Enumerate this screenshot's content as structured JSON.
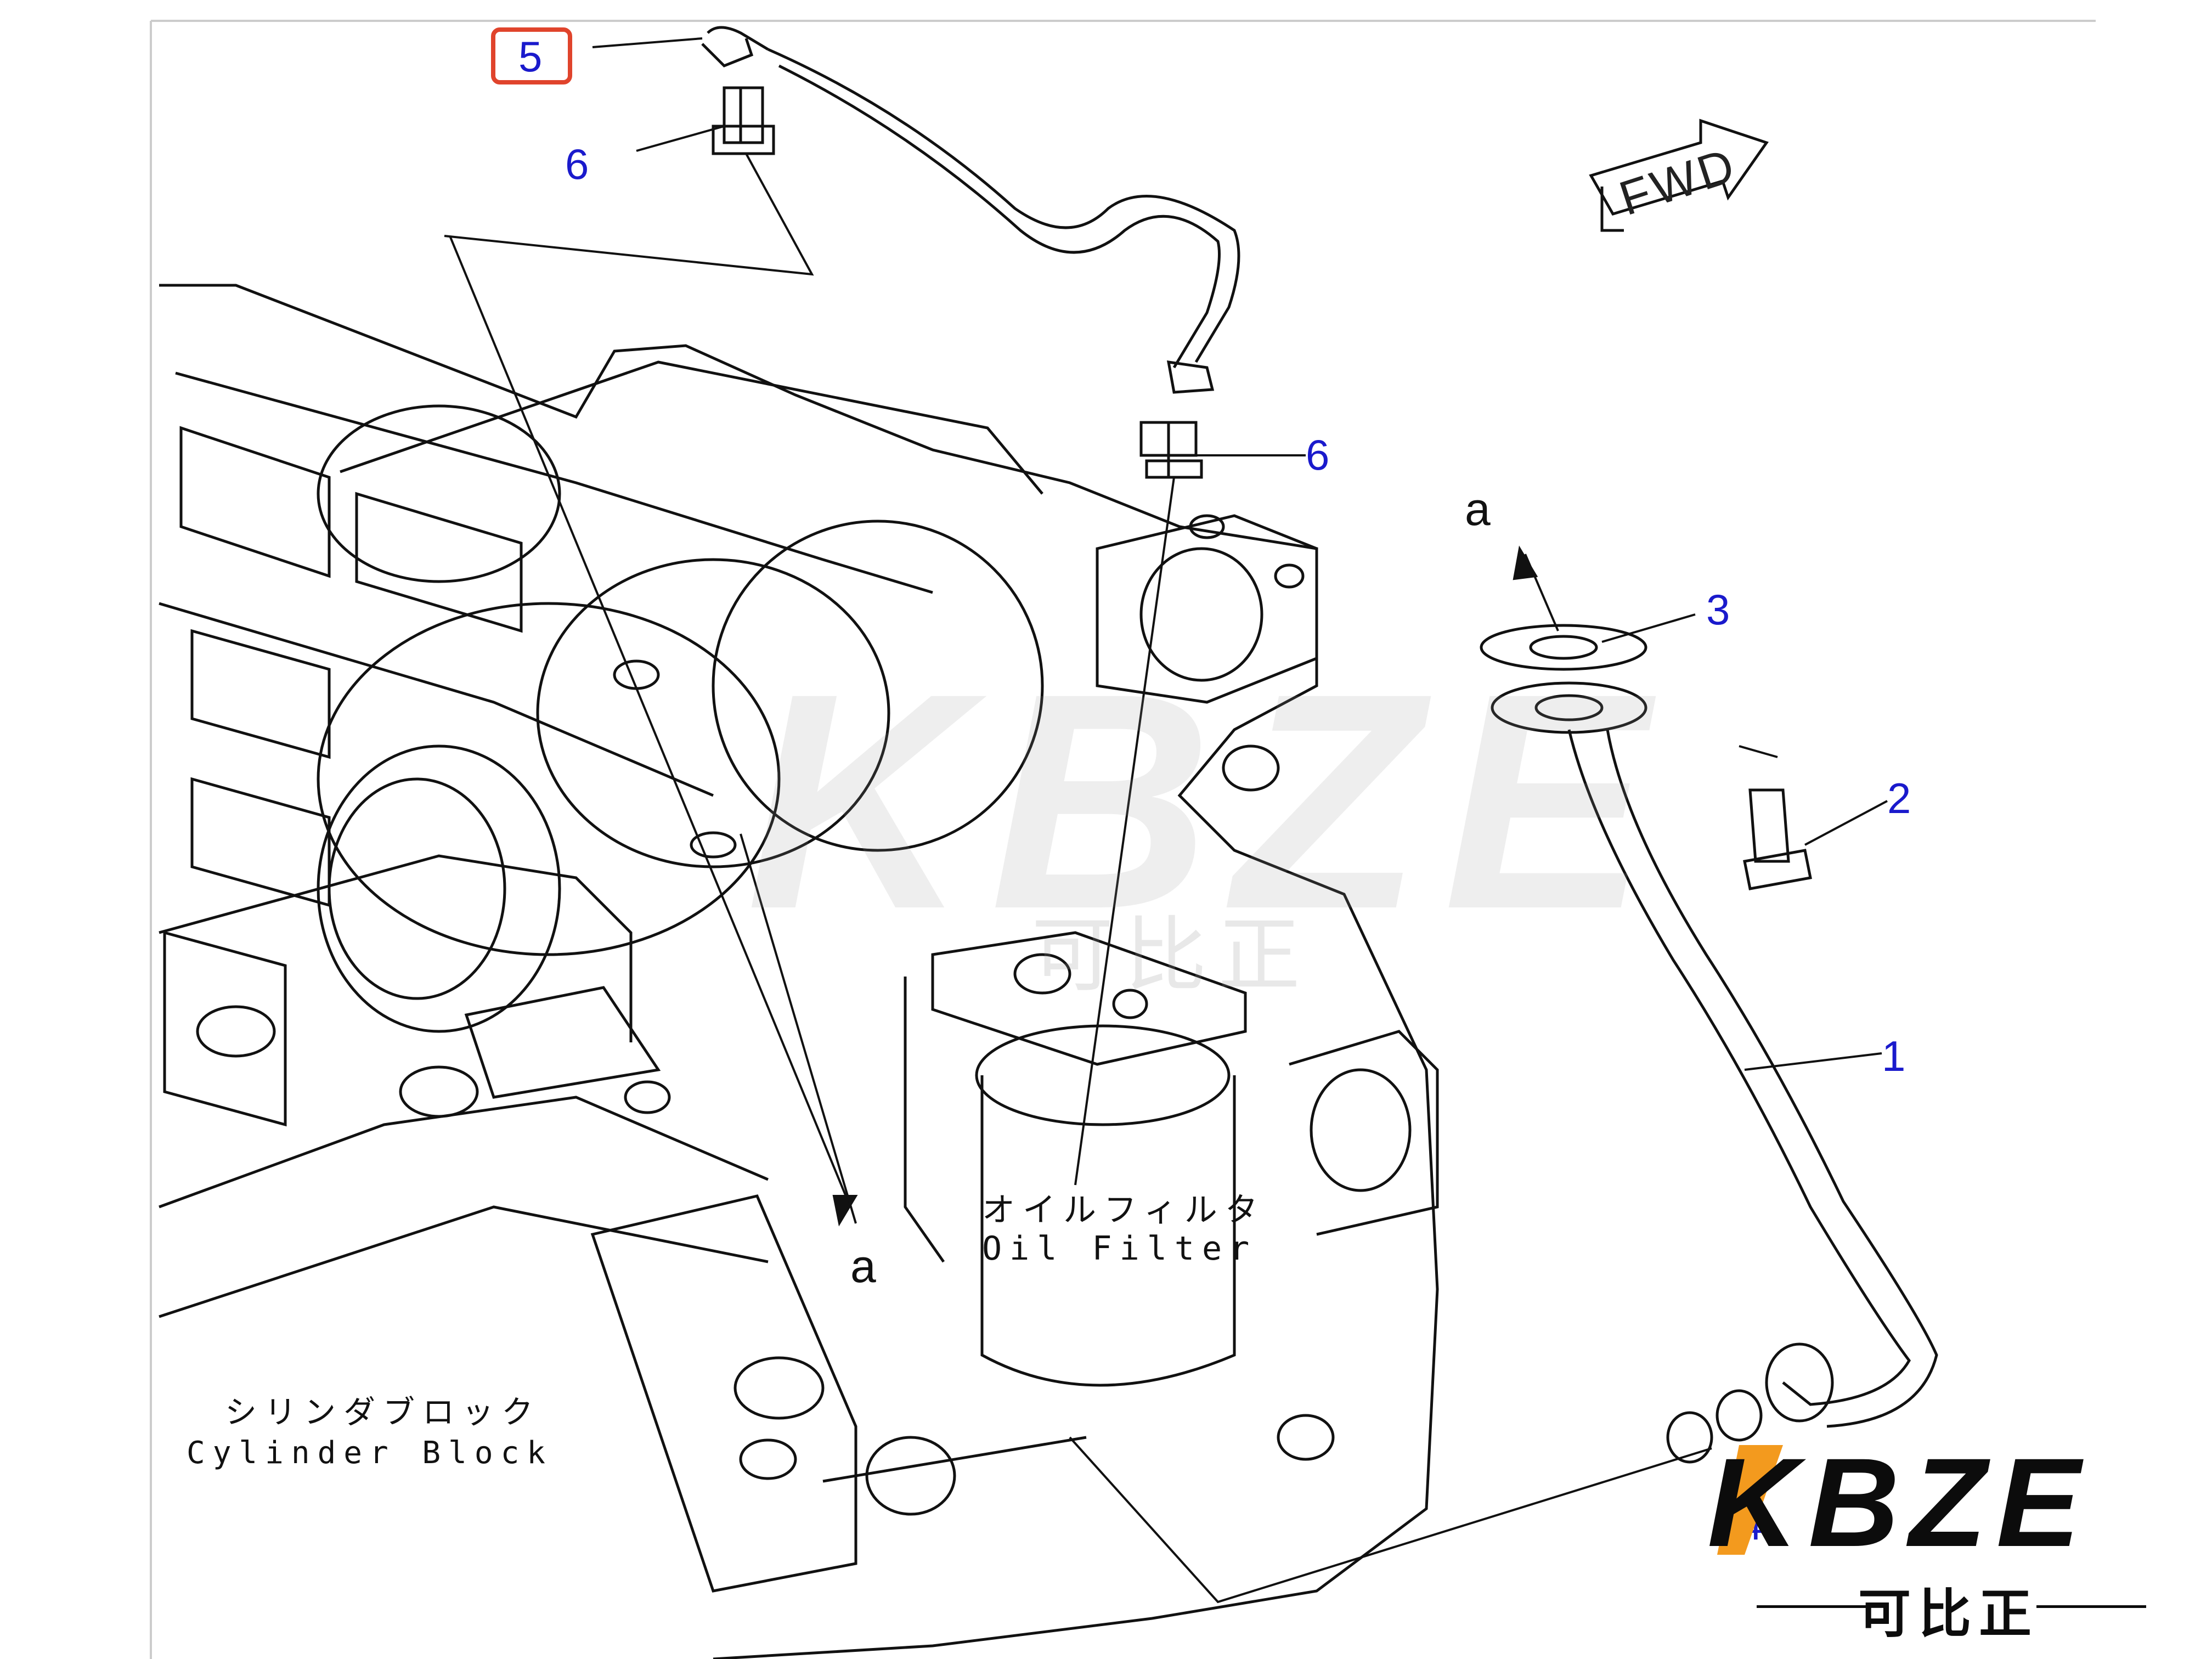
{
  "callouts": {
    "c1": "1",
    "c2": "2",
    "c3": "3",
    "c4": "4",
    "c5": "5",
    "c6_top": "6",
    "c6_mid": "6"
  },
  "labels": {
    "oil_filter_jp": "オイルフィルタ",
    "oil_filter_en": "Oil Filter",
    "cylinder_block_jp": "シリンダブロック",
    "cylinder_block_en": "Cylinder Block",
    "a_top": "a",
    "a_bottom": "a",
    "fwd": "FWD"
  },
  "watermark": {
    "text": "KBZE",
    "sub": "可比正"
  },
  "logo": {
    "text": "KBZE",
    "sub": "可比正"
  },
  "colors": {
    "callout": "#1a1acc",
    "highlight_box": "#e0442c",
    "line": "#111111",
    "logo_accent": "#f39a1e"
  }
}
